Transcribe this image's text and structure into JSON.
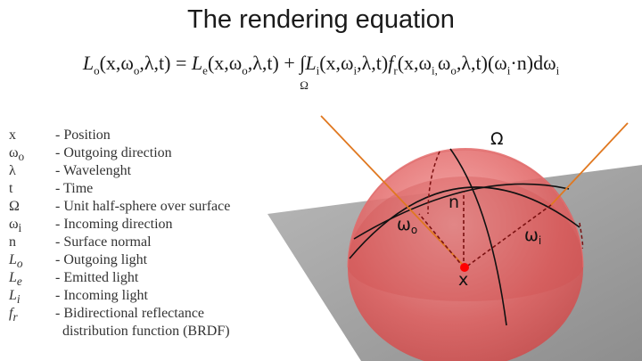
{
  "title": "The rendering equation",
  "equation": {
    "lhs_symbol": "L",
    "lhs_sub": "o",
    "lhs_args": "(x,ω",
    "lhs_args_sub": "o",
    "lhs_args_end": ",λ,t)",
    "eq": " = ",
    "emit_symbol": "L",
    "emit_sub": "e",
    "emit_args": "(x,ω",
    "emit_args_sub": "o",
    "emit_args_end": ",λ,t)",
    "plus": " + ",
    "integral": "∫",
    "integral_domain": "Ω",
    "in_symbol": "L",
    "in_sub": "i",
    "in_args": "(x,ω",
    "in_args_sub": "i",
    "in_args_end": ",λ,t)",
    "brdf_symbol": "f",
    "brdf_sub": "r",
    "brdf_args1": "(x,ω",
    "brdf_args1_sub": "i,",
    "brdf_args2": "ω",
    "brdf_args2_sub": "o",
    "brdf_args_end": ",λ,t)",
    "cos_open": "(ω",
    "cos_sub": "i",
    "cos_end": "·n)dω",
    "d_sub": "i"
  },
  "legend": [
    {
      "symbol": "x",
      "sub": "",
      "italic": false,
      "desc": "- Position"
    },
    {
      "symbol": "ω",
      "sub": "o",
      "italic": false,
      "desc": "- Outgoing direction"
    },
    {
      "symbol": "λ",
      "sub": "",
      "italic": false,
      "desc": "- Wavelenght"
    },
    {
      "symbol": "t",
      "sub": "",
      "italic": false,
      "desc": "- Time"
    },
    {
      "symbol": "Ω",
      "sub": "",
      "italic": false,
      "desc": "- Unit half-sphere over surface"
    },
    {
      "symbol": "ω",
      "sub": "i",
      "italic": false,
      "desc": "- Incoming direction"
    },
    {
      "symbol": "n",
      "sub": "",
      "italic": false,
      "desc": "- Surface normal"
    },
    {
      "symbol": "L",
      "sub": "o",
      "italic": true,
      "desc": "- Outgoing light"
    },
    {
      "symbol": "L",
      "sub": "e",
      "italic": true,
      "desc": "- Emitted light"
    },
    {
      "symbol": "L",
      "sub": "i",
      "italic": true,
      "desc": "- Incoming light"
    },
    {
      "symbol": "f",
      "sub": "r",
      "italic": true,
      "desc": "- Bidirectional reflectance"
    }
  ],
  "legend_continuation": "distribution function (BRDF)",
  "diagram": {
    "omega_label": "Ω",
    "normal_label": "n",
    "point_label": "x",
    "outgoing_label": "ω",
    "outgoing_sub": "o",
    "incoming_label": "ω",
    "incoming_sub": "i",
    "colors": {
      "dome_fill": "#e06060",
      "surface_fill": "#a9a9a9",
      "ray_color": "#e07820",
      "point_color": "#ff0000"
    }
  }
}
